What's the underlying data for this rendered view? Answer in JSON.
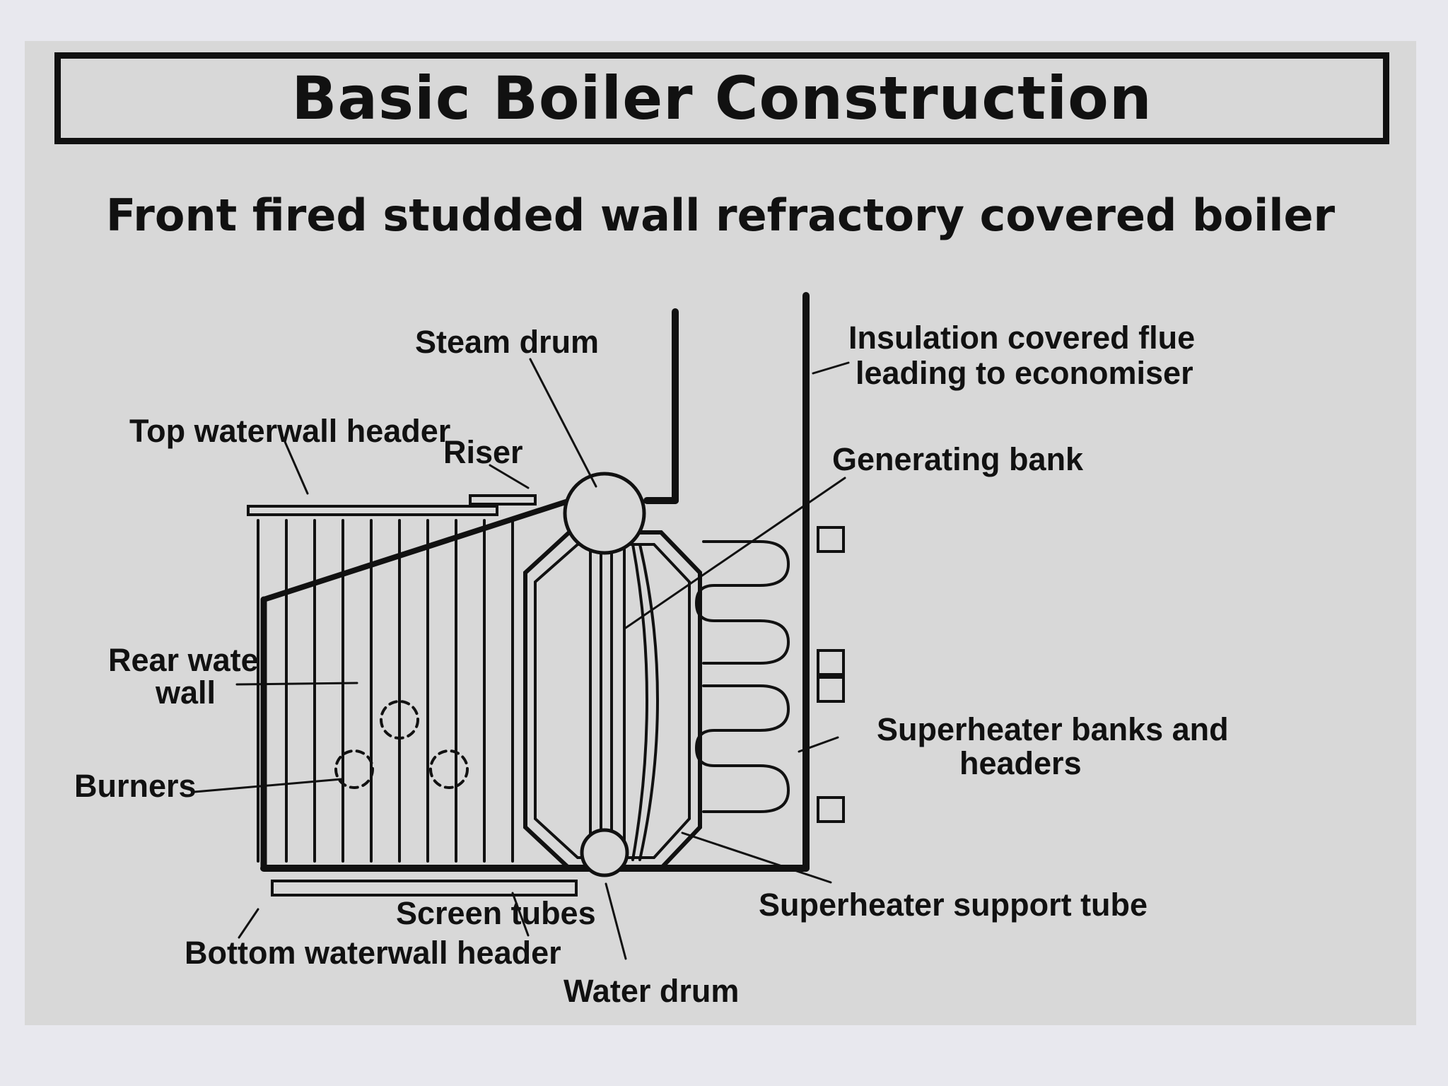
{
  "title": "Basic Boiler Construction",
  "subtitle": "Front fired studded wall refractory covered boiler",
  "labels": {
    "steam_drum": "Steam drum",
    "insulation_line1": "Insulation covered flue",
    "insulation_line2": "leading to economiser",
    "top_header": "Top waterwall header",
    "riser": "Riser",
    "generating_bank": "Generating bank",
    "rear_wall_line1": "Rear wate",
    "rear_wall_line2": "wall",
    "burners": "Burners",
    "superheater_line1": "Superheater banks and",
    "superheater_line2": "headers",
    "screen_tubes": "Screen tubes",
    "superheater_support": "Superheater support tube",
    "bottom_header": "Bottom waterwall  header",
    "water_drum": "Water drum"
  },
  "colors": {
    "background": "#e8e8ee",
    "slide": "#d8d8d8",
    "ink": "#111111"
  }
}
